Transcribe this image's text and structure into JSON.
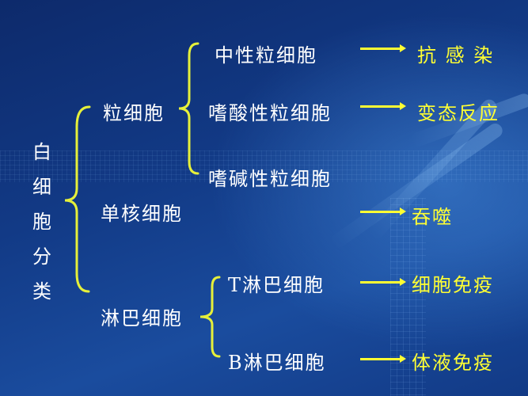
{
  "root": {
    "label": "白细胞分类",
    "chars": [
      "白",
      "细",
      "胞",
      "分",
      "类"
    ]
  },
  "level1": [
    {
      "label": "粒细胞"
    },
    {
      "label": "单核细胞"
    },
    {
      "label": "淋巴细胞"
    }
  ],
  "level2": [
    {
      "label": "中性粒细胞",
      "parent": "粒细胞",
      "function": "抗 感 染"
    },
    {
      "label": "嗜酸性粒细胞",
      "parent": "粒细胞",
      "function": "变态反应"
    },
    {
      "label": "嗜碱性粒细胞",
      "parent": "粒细胞",
      "function": ""
    },
    {
      "label": "T淋巴细胞",
      "parent": "淋巴细胞",
      "function": "细胞免疫"
    },
    {
      "label": "B淋巴细胞",
      "parent": "淋巴细胞",
      "function": "体液免疫"
    }
  ],
  "monocyte_function": "吞噬",
  "colors": {
    "background": "#123a86",
    "text": "#ffffff",
    "accent": "#ffff33"
  }
}
